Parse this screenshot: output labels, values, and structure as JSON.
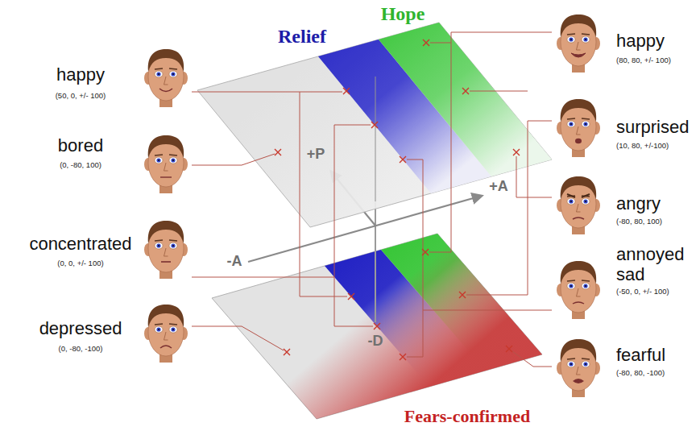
{
  "diagram": {
    "labels": [
      "Relief",
      "Hope",
      "happy",
      "(50, 0, +/- 100)",
      "happy",
      "(80, 80, +/- 100)",
      "bored",
      "(0, -80, 100)",
      "surprised",
      "(10, 80, +/-100)",
      "+P",
      "+A",
      "angry",
      "(-80, 80, 100)",
      "-A",
      "concentrated",
      "(0, 0, +/- 100)",
      "annoyed sad",
      "(-50, 0, +/- 100)",
      "-D",
      "depressed",
      "(0, -80, -100)",
      "fearful",
      "(-80, 80, -100)",
      "Fears-confirmed"
    ]
  }
}
